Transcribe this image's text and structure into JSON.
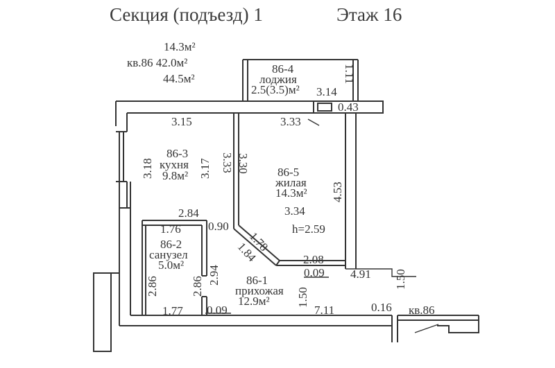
{
  "header": {
    "section": "Секция (подъезд) 1",
    "floor": "Этаж 16"
  },
  "apartment_summary": {
    "living": "14.3м²",
    "apartment": "кв.86 42.0м²",
    "total": "44.5м²"
  },
  "rooms": {
    "loggia": {
      "id": "86-4",
      "name": "лоджия",
      "area": "2.5(3.5)м²"
    },
    "kitchen": {
      "id": "86-3",
      "name": "кухня",
      "area": "9.8м²"
    },
    "living": {
      "id": "86-5",
      "name": "жилая",
      "area": "14.3м²"
    },
    "bathroom": {
      "id": "86-2",
      "name": "санузел",
      "area": "5.0м²"
    },
    "hallway": {
      "id": "86-1",
      "name": "прихожая",
      "area": "12.9м²"
    }
  },
  "dimensions": {
    "loggia_height": "1.11",
    "loggia_width": "3.14",
    "window_sill": "0.43",
    "kitchen_top": "3.15",
    "living_top": "3.33",
    "kitchen_left": "3.18",
    "kitchen_right": "3.17",
    "partition_left": "3.33",
    "partition_right": "3.30",
    "living_right": "4.53",
    "living_width": "3.34",
    "ceiling_height": "h=2.59",
    "bath_top_outer": "2.84",
    "bath_top_inner": "1.76",
    "bath_door": "0.90",
    "diag_upper": "1.78",
    "diag_lower": "1.84",
    "hall_right_upper": "2.94",
    "living_bottom": "2.08",
    "wall_offset": "0.09",
    "hall_right_width": "4.91",
    "hall_right_height": "1.50",
    "bath_left": "2.86",
    "bath_right": "2.86",
    "bath_bottom": "1.77",
    "bath_wall": "0.09",
    "hall_mid_height": "1.50",
    "hall_bottom": "7.11",
    "entry_step": "0.16",
    "apartment_label": "кв.86"
  }
}
